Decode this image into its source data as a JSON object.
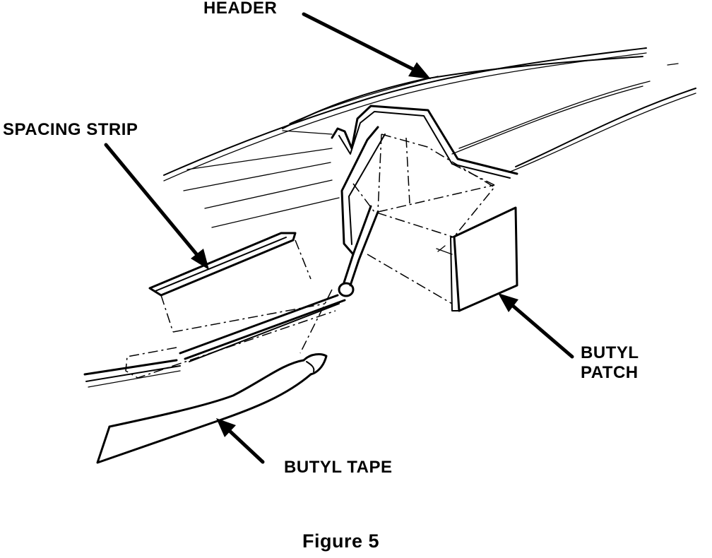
{
  "labels": {
    "header": "HEADER",
    "spacing_strip": "SPACING STRIP",
    "butyl_patch_line1": "BUTYL",
    "butyl_patch_line2": "PATCH",
    "butyl_tape": "BUTYL TAPE"
  },
  "caption": "Figure 5",
  "colors": {
    "ink": "#000000",
    "background": "#ffffff"
  }
}
